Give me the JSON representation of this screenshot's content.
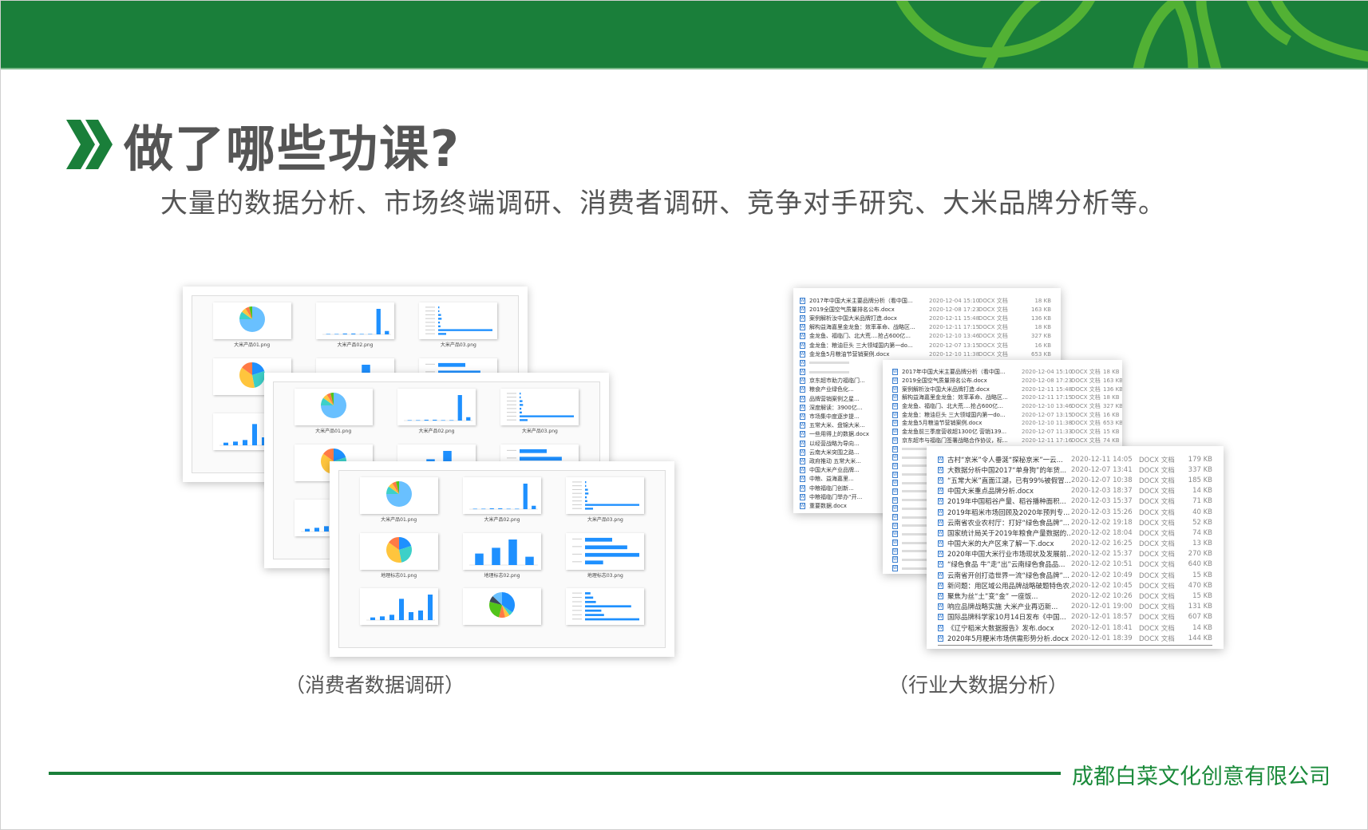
{
  "header": {
    "bg_color": "#1a7f3a",
    "accent_color": "#52b134"
  },
  "title": "做了哪些功课?",
  "subtitle": "大量的数据分析、市场终端调研、消费者调研、竞争对手研究、大米品牌分析等。",
  "left_gallery": {
    "caption": "（消费者数据调研）",
    "thumbnails": [
      {
        "label": "大米产品01.png",
        "type": "pie",
        "values": [
          75,
          10,
          6,
          5,
          4
        ]
      },
      {
        "label": "大米产品02.png",
        "type": "vbar",
        "values": [
          1,
          1,
          2,
          2,
          1,
          1,
          60,
          8
        ]
      },
      {
        "label": "大米产品03.png",
        "type": "hbar",
        "values": [
          2,
          2,
          5,
          6,
          3,
          4,
          95,
          14
        ]
      },
      {
        "label": "地理标志01.png",
        "type": "pie",
        "values": [
          20,
          27,
          38,
          15
        ]
      },
      {
        "label": "地理标志02.png",
        "type": "vbar",
        "values": [
          18,
          27,
          40,
          13
        ]
      },
      {
        "label": "地理标志03.png",
        "type": "hbar",
        "values": [
          45,
          70,
          90,
          30
        ]
      },
      {
        "label": "",
        "type": "vbar",
        "values": [
          5,
          7,
          10,
          40,
          15,
          18,
          48
        ]
      },
      {
        "label": "",
        "type": "pie",
        "values": [
          35,
          5,
          6,
          8,
          25,
          8,
          13
        ]
      },
      {
        "label": "",
        "type": "hbar",
        "values": [
          10,
          15,
          20,
          85,
          30,
          35,
          100
        ]
      }
    ]
  },
  "right_gallery": {
    "caption": "（行业大数据分析）",
    "back_rows": [
      {
        "name": "2017年中国大米主要品牌分析（看中国...",
        "date": "2020-12-04 15:10",
        "type": "DOCX 文档",
        "size": "18 KB"
      },
      {
        "name": "2019全国空气质量排名公布.docx",
        "date": "2020-12-08 17:23",
        "type": "DOCX 文档",
        "size": "163 KB"
      },
      {
        "name": "案例解析汝中国大米品牌打造.docx",
        "date": "2020-12-11 15:48",
        "type": "DOCX 文档",
        "size": "136 KB"
      },
      {
        "name": "解构益海嘉里金龙鱼：效率革命、战略区...",
        "date": "2020-12-11 17:15",
        "type": "DOCX 文档",
        "size": "18 KB"
      },
      {
        "name": "金龙鱼、福临门、北大荒....抢占600亿...",
        "date": "2020-12-10 13:46",
        "type": "DOCX 文档",
        "size": "327 KB"
      },
      {
        "name": "金龙鱼：粮油巨头 三大领域国内第一do...",
        "date": "2020-12-07 13:15",
        "type": "DOCX 文档",
        "size": "16 KB"
      },
      {
        "name": "金龙鱼5月粮油节营销案例.docx",
        "date": "2020-12-10 11:38",
        "type": "DOCX 文档",
        "size": "653 KB"
      },
      {
        "name": "金龙鱼前三季度营收超1300亿 营销139...",
        "date": "2020-12-07 11:33",
        "type": "DOCX 文档",
        "size": "15 KB"
      },
      {
        "name": "京东超市与福临门签署战略合作协议，标...",
        "date": "2020-12-11 17:16",
        "type": "DOCX 文档",
        "size": "74 KB"
      },
      {
        "name": "京东超市助力福临门...",
        "date": "",
        "type": "",
        "size": ""
      },
      {
        "name": "粮食产业绿色化...",
        "date": "",
        "type": "",
        "size": ""
      },
      {
        "name": "品牌营销案例之星...",
        "date": "",
        "type": "",
        "size": ""
      },
      {
        "name": "深度解读：3900亿...",
        "date": "",
        "type": "",
        "size": ""
      },
      {
        "name": "市场集中度逐步提...",
        "date": "",
        "type": "",
        "size": ""
      },
      {
        "name": "五常大米、盘锦大米...",
        "date": "",
        "type": "",
        "size": ""
      },
      {
        "name": "一些用得上的数据.docx",
        "date": "",
        "type": "",
        "size": ""
      },
      {
        "name": "以经营战略为导向...",
        "date": "",
        "type": "",
        "size": ""
      },
      {
        "name": "云南大米突围之路...",
        "date": "",
        "type": "",
        "size": ""
      },
      {
        "name": "政府推动 五常大米...",
        "date": "",
        "type": "",
        "size": ""
      },
      {
        "name": "中国大米产业品牌...",
        "date": "",
        "type": "",
        "size": ""
      },
      {
        "name": "中粮、益海嘉里...",
        "date": "",
        "type": "",
        "size": ""
      },
      {
        "name": "中粮福临门创新...",
        "date": "",
        "type": "",
        "size": ""
      },
      {
        "name": "中粮福临门举办“开...",
        "date": "",
        "type": "",
        "size": ""
      },
      {
        "name": "重要数据.docx",
        "date": "",
        "type": "",
        "size": ""
      }
    ],
    "front_rows": [
      {
        "name": "古村“京米”令人垂涎“探秘京米”一云...",
        "date": "2020-12-11 14:05",
        "type": "DOCX 文档",
        "size": "179 KB"
      },
      {
        "name": "大数据分析中国2017“单身狗”的年货...",
        "date": "2020-12-07 13:41",
        "type": "DOCX 文档",
        "size": "337 KB"
      },
      {
        "name": "“五常大米”直面江湖，已有99%被假冒...",
        "date": "2020-12-07 10:38",
        "type": "DOCX 文档",
        "size": "185 KB"
      },
      {
        "name": "中国大米重点品牌分析.docx",
        "date": "2020-12-03 18:37",
        "type": "DOCX 文档",
        "size": "14 KB"
      },
      {
        "name": "2019年中国稻谷产量、稻谷播种面积...",
        "date": "2020-12-03 15:37",
        "type": "DOCX 文档",
        "size": "71 KB"
      },
      {
        "name": "2019年稻米市场回顾及2020年预判专...",
        "date": "2020-12-03 15:26",
        "type": "DOCX 文档",
        "size": "40 KB"
      },
      {
        "name": "云南省农业农村厅：打好“绿色食品牌”...",
        "date": "2020-12-02 19:18",
        "type": "DOCX 文档",
        "size": "52 KB"
      },
      {
        "name": "国家统计局关于2019年粮食产量数据的...",
        "date": "2020-12-02 18:04",
        "type": "DOCX 文档",
        "size": "74 KB"
      },
      {
        "name": "中国大米的大产区来了解一下.docx",
        "date": "2020-12-02 16:25",
        "type": "DOCX 文档",
        "size": "13 KB"
      },
      {
        "name": "2020年中国大米行业市场现状及发展前...",
        "date": "2020-12-02 15:37",
        "type": "DOCX 文档",
        "size": "270 KB"
      },
      {
        "name": "“绿色食品 牛”走“出”云南绿色食品品...",
        "date": "2020-12-02 10:51",
        "type": "DOCX 文档",
        "size": "640 KB"
      },
      {
        "name": "云南省开创打造世界一流“绿色食品牌”...",
        "date": "2020-12-02 10:49",
        "type": "DOCX 文档",
        "size": "15 KB"
      },
      {
        "name": "新问题：用区域公用品牌战略破题特色农...",
        "date": "2020-12-02 10:45",
        "type": "DOCX 文档",
        "size": "470 KB"
      },
      {
        "name": "聚焦为丝“土”变“金” 一座饭...",
        "date": "2020-12-02 10:26",
        "type": "DOCX 文档",
        "size": "15 KB"
      },
      {
        "name": "响应品牌战略实施 大米产业再迈新...",
        "date": "2020-12-01 19:00",
        "type": "DOCX 文档",
        "size": "131 KB"
      },
      {
        "name": "国际品牌科学家10月14日发布《中国...",
        "date": "2020-12-01 18:57",
        "type": "DOCX 文档",
        "size": "607 KB"
      },
      {
        "name": "《辽宁稻米大数据报告》发布.docx",
        "date": "2020-12-01 18:41",
        "type": "DOCX 文档",
        "size": "14 KB"
      },
      {
        "name": "2020年5月粳米市场供需形势分析.docx",
        "date": "2020-12-01 18:39",
        "type": "DOCX 文档",
        "size": "144 KB"
      }
    ]
  },
  "footer": {
    "company": "成都白菜文化创意有限公司"
  }
}
